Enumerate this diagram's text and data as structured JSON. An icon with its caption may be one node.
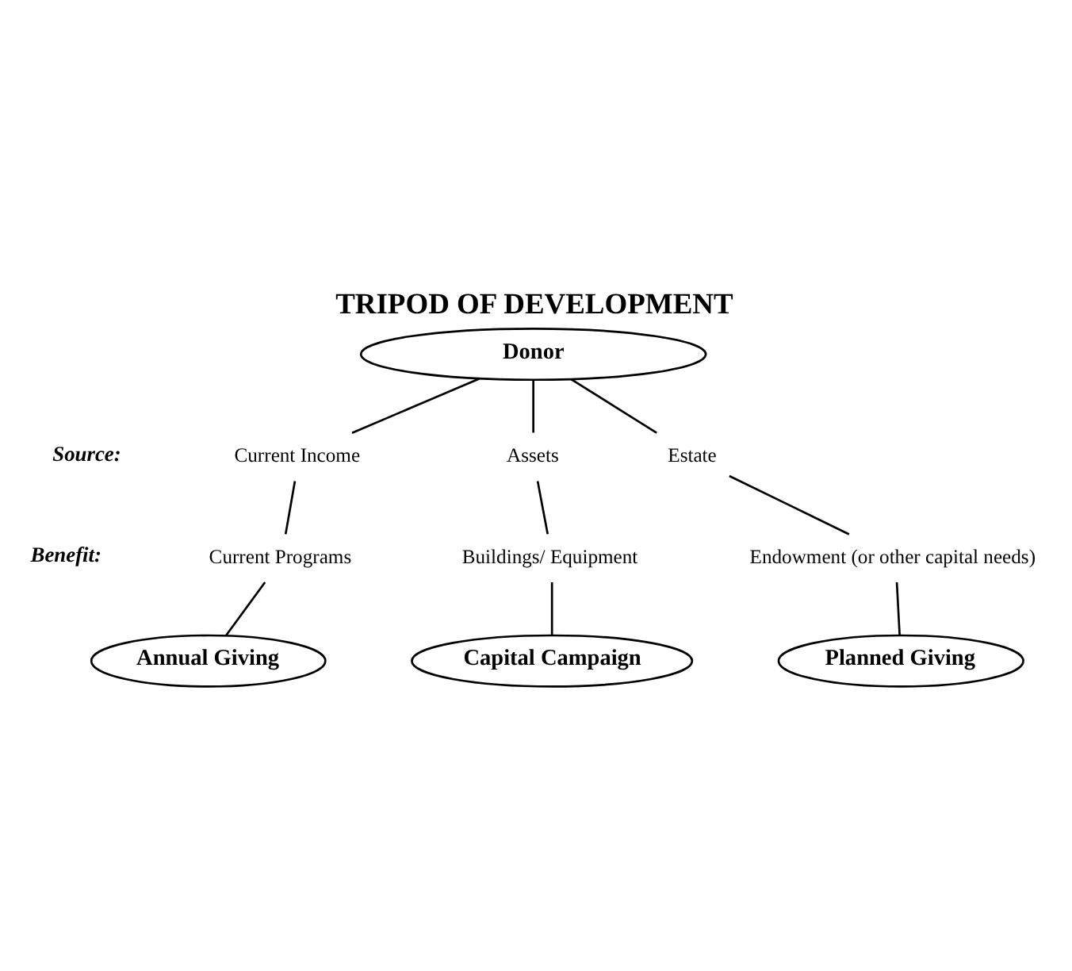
{
  "diagram": {
    "title": "TRIPOD OF DEVELOPMENT",
    "nodes": [
      {
        "text": [
          "Donor"
        ]
      },
      {
        "text": [
          "Current Income"
        ]
      },
      {
        "text": [
          "Assets"
        ]
      },
      {
        "text": [
          "Estate"
        ]
      },
      {
        "text": [
          "Current Programs"
        ]
      },
      {
        "text": [
          "Buildings/ Equipment"
        ]
      },
      {
        "text": [
          "Endowment (or other capital needs)"
        ]
      },
      {
        "text": [
          "Annual Giving"
        ]
      },
      {
        "text": [
          "Capital Campaign"
        ]
      },
      {
        "text": [
          "Planned Giving"
        ]
      }
    ],
    "edges": [
      {
        "from": 0,
        "to": 1,
        "arrow": "none"
      },
      {
        "from": 1,
        "to": 4,
        "arrow": "none"
      },
      {
        "from": 4,
        "to": 7,
        "arrow": "none"
      },
      {
        "from": 0,
        "to": 2,
        "arrow": "none"
      },
      {
        "from": 2,
        "to": 5,
        "arrow": "none"
      },
      {
        "from": 5,
        "to": 8,
        "arrow": "none"
      },
      {
        "from": 0,
        "to": 3,
        "arrow": "none"
      },
      {
        "from": 3,
        "to": 6,
        "arrow": "none"
      },
      {
        "from": 6,
        "to": 9,
        "arrow": "none"
      }
    ],
    "labels": [
      "Source:",
      "Benefit:"
    ]
  }
}
